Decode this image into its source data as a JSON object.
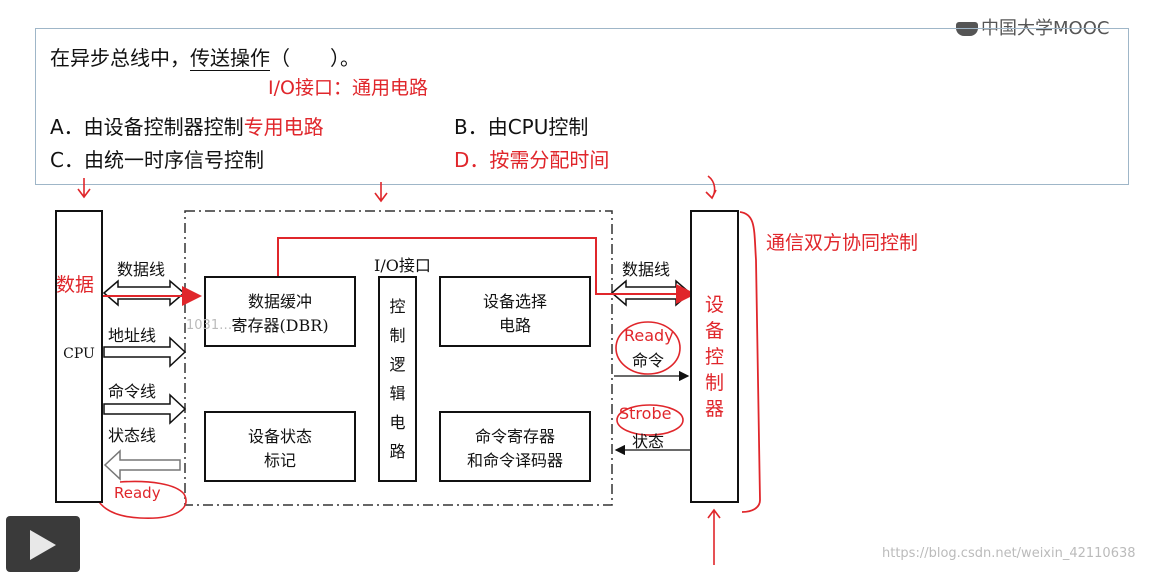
{
  "logo": {
    "brand": "中国大学MOOC"
  },
  "question": {
    "stem_a": "在异步总线中，",
    "stem_b": "传送操作",
    "stem_c": "（　　）。",
    "note": "I/O接口：通用电路",
    "option_a": "A．由设备控制器控制",
    "option_a_note": "专用电路",
    "option_b": "B．由CPU控制",
    "option_c": "C．由统一时序信号控制",
    "option_d": "D．按需分配时间"
  },
  "diagram": {
    "cpu_label": "CPU",
    "data_label_red": "数据",
    "left_lines": [
      "数据线",
      "地址线",
      "命令线",
      "状态线"
    ],
    "io_title": "I/O接口",
    "dbr": [
      "数据缓冲",
      "寄存器(DBR)"
    ],
    "control_logic": [
      "控",
      "制",
      "逻",
      "辑",
      "电",
      "路"
    ],
    "device_select": [
      "设备选择",
      "电路"
    ],
    "device_status": [
      "设备状态",
      "标记"
    ],
    "cmd_reg": [
      "命令寄存器",
      "和命令译码器"
    ],
    "right_data_line": "数据线",
    "right_cmd": "命令",
    "right_status": "状态",
    "ready_right": "Ready",
    "strobe": "Strobe",
    "ready_bottom": "Ready",
    "device_ctrl": [
      "设",
      "备",
      "控",
      "制",
      "器"
    ],
    "comm_note": "通信双方协同控制"
  },
  "watermark": {
    "faded_id": "1031…",
    "url": "https://blog.csdn.net/weixin_42110638"
  },
  "colors": {
    "annotation": "#e0262b",
    "border": "#9fb6c8",
    "ink": "#111111"
  }
}
